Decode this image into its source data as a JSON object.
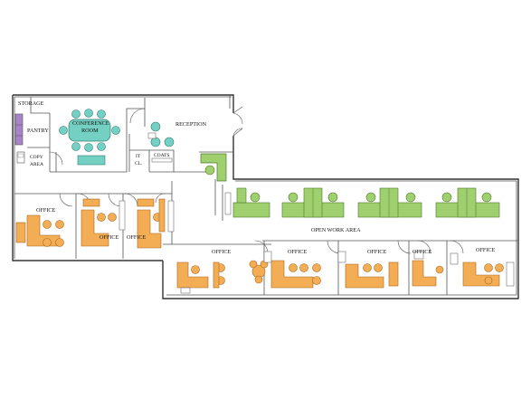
{
  "colors": {
    "office_furniture": "#f2ad55",
    "open_work_furniture": "#9fcf6e",
    "conference_furniture": "#74d0c2",
    "storage_purple": "#a784c9",
    "wall": "#333333",
    "background": "#ffffff"
  },
  "rooms": {
    "storage": "STORAGE",
    "pantry": "PANTRY",
    "copy_area_line1": "COPY",
    "copy_area_line2": "AREA",
    "conference_line1": "CONFERENCE",
    "conference_line2": "ROOM",
    "reception": "RECEPTION",
    "it_closet_line1": "IT",
    "it_closet_line2": "CL.",
    "coats": "COATS",
    "open_work_area": "OPEN WORK AREA",
    "office": "OFFICE"
  }
}
